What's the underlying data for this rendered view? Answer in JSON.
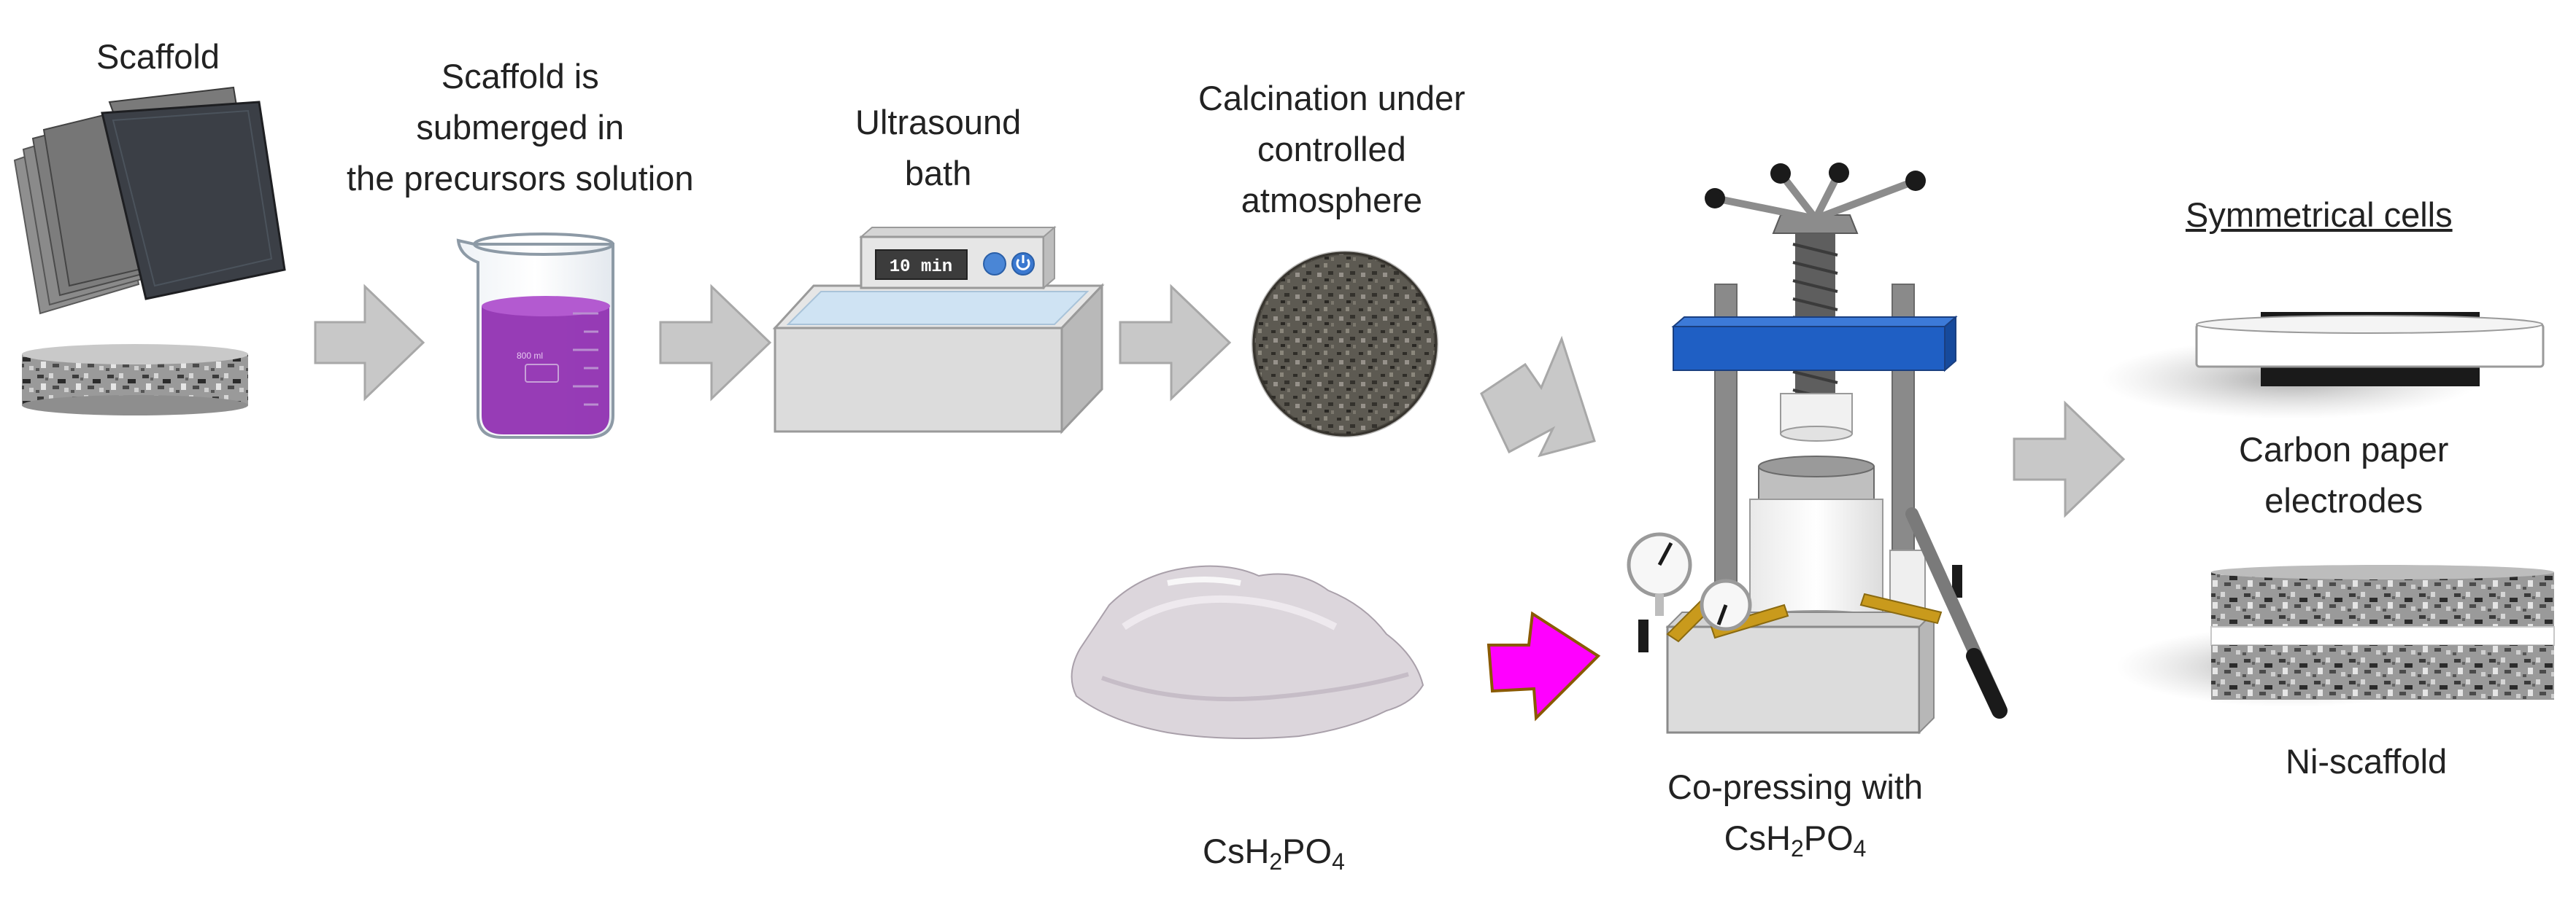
{
  "labels": {
    "scaffold": "Scaffold",
    "submerged": [
      "Scaffold is",
      "submerged in",
      "the precursors solution"
    ],
    "ultrasound": [
      "Ultrasound",
      "bath"
    ],
    "calcination": [
      "Calcination under",
      "controlled",
      "atmosphere"
    ],
    "symmetrical": "Symmetrical cells",
    "carbon": [
      "Carbon paper",
      "electrodes"
    ],
    "niscaffold": "Ni-scaffold",
    "copressing_line1": "Co-pressing with",
    "formula": {
      "cs": "CsH",
      "n1": "2",
      "po": "PO",
      "n2": "4"
    }
  },
  "beaker": {
    "mark": "800 ml",
    "liquid_color": "#8e2bb0"
  },
  "bath": {
    "timer": "10 min"
  },
  "colors": {
    "arrow_gray": "#c8c8c8",
    "arrow_magenta": "#ff00ff",
    "press_plate": "#1f5fc4",
    "press_handle": "#c99a1c"
  }
}
